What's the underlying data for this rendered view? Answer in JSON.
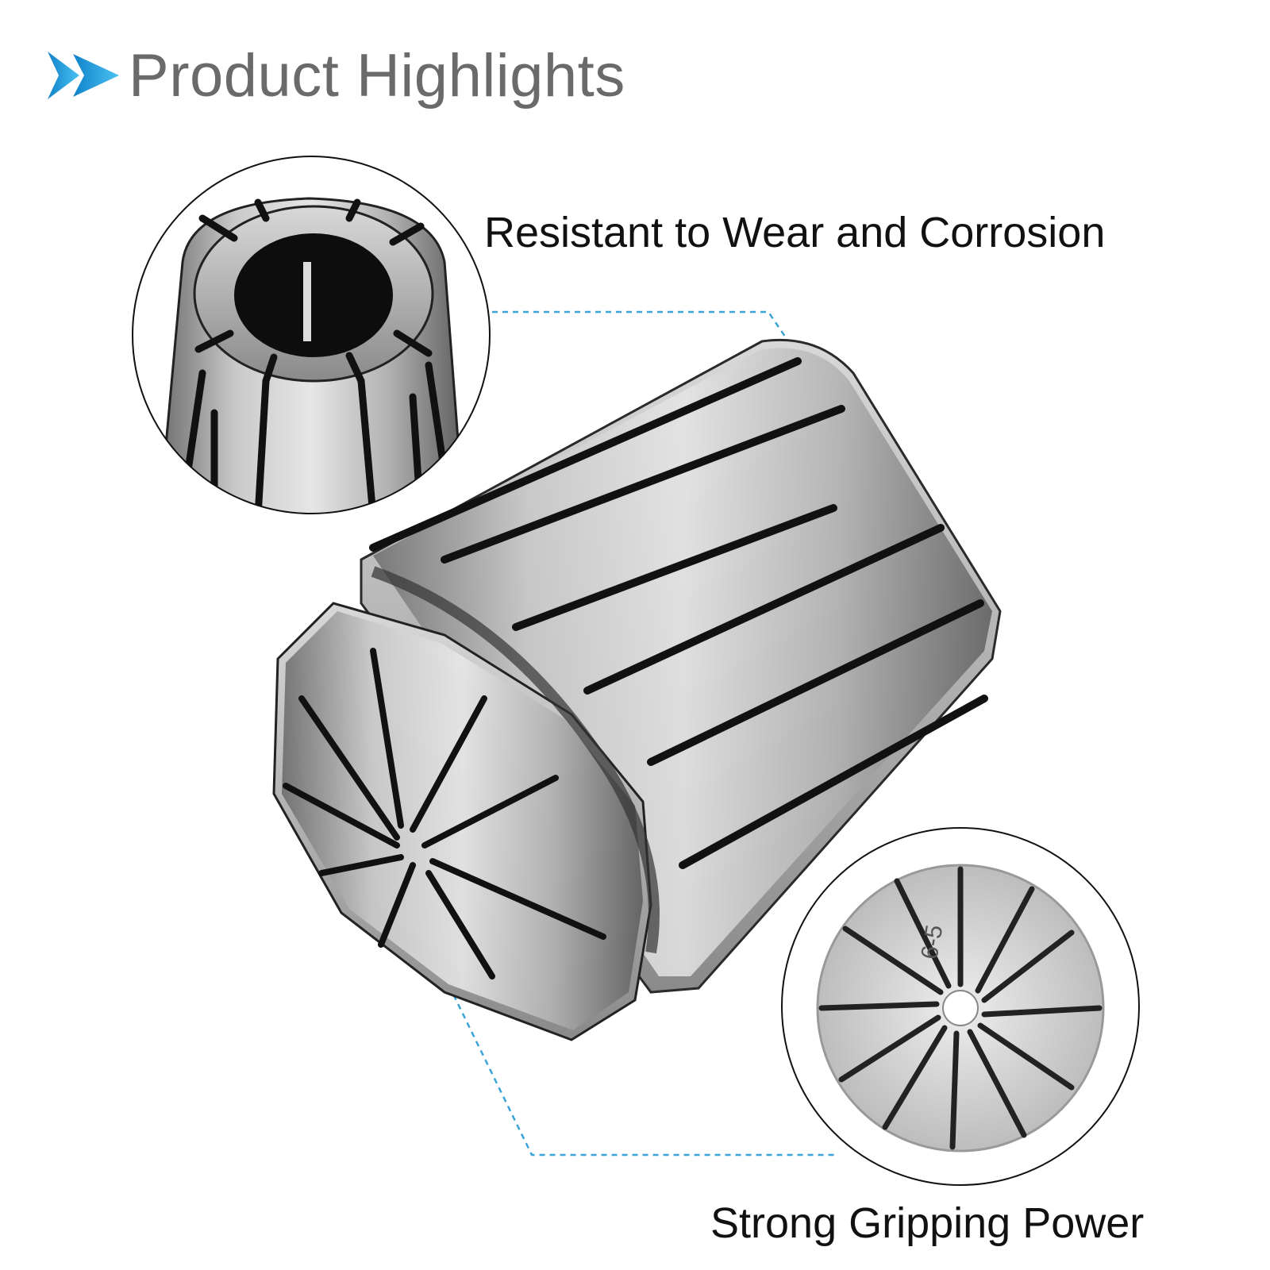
{
  "header": {
    "title": "Product Highlights",
    "icon": "double-chevron-right-icon",
    "accent_color": "#1e9be0"
  },
  "callouts": {
    "wear": "Resistant to Wear and Corrosion",
    "grip": "Strong Gripping Power"
  },
  "product": {
    "marking": "6-5"
  },
  "colors": {
    "text": "#111111",
    "title": "#6a6a6a",
    "leader_line": "#3aa3d8"
  }
}
